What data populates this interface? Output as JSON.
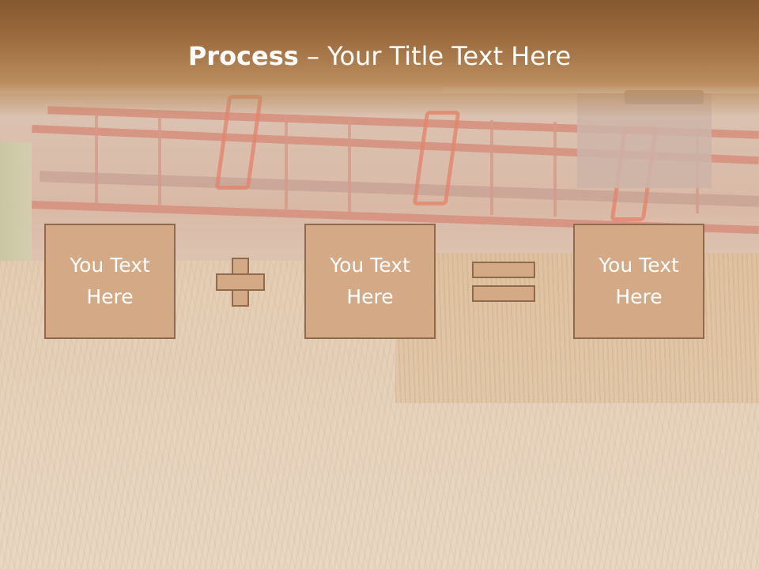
{
  "slide": {
    "title_bold": "Process",
    "title_rest": " – Your Title Text Here",
    "boxes": [
      {
        "line1": "You Text",
        "line2": "Here"
      },
      {
        "line1": "You Text",
        "line2": "Here"
      },
      {
        "line1": "You Text",
        "line2": "Here"
      }
    ],
    "operators": [
      "plus-icon",
      "equals-icon"
    ]
  },
  "colors": {
    "title_bar": "#9e6d40",
    "box_fill": "#d3aa85",
    "box_border": "#8f6a4d",
    "text": "#ffffff"
  }
}
